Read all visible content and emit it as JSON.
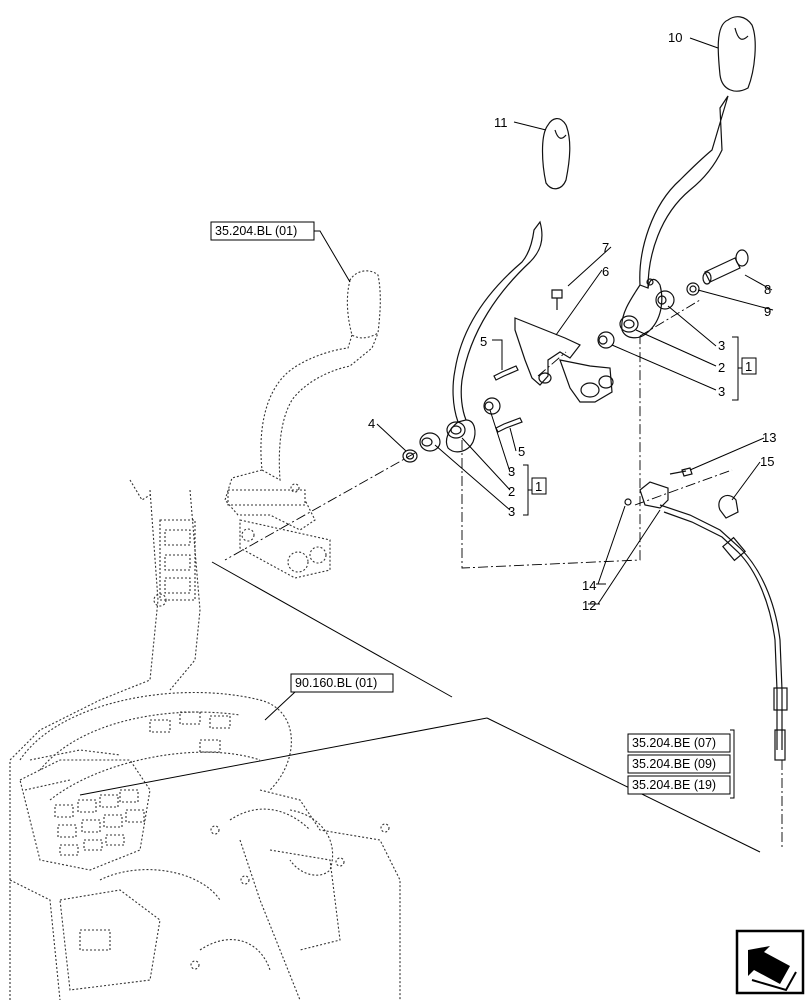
{
  "callouts": [
    "1",
    "2",
    "3",
    "4",
    "5",
    "5",
    "6",
    "7",
    "8",
    "9",
    "10",
    "11",
    "12",
    "13",
    "14",
    "15"
  ],
  "group_labels": {
    "left_group": {
      "items": [
        "3",
        "2",
        "3"
      ],
      "box": "1"
    },
    "right_group": {
      "items": [
        "3",
        "2",
        "3"
      ],
      "box": "1"
    }
  },
  "references": {
    "ref_a": "35.204.BL (01)",
    "ref_b": "90.160.BL (01)",
    "ref_c": "35.204.BE (07)",
    "ref_d": "35.204.BE (09)",
    "ref_e": "35.204.BE (19)"
  },
  "nav_icon": "next-page-arrow-icon"
}
